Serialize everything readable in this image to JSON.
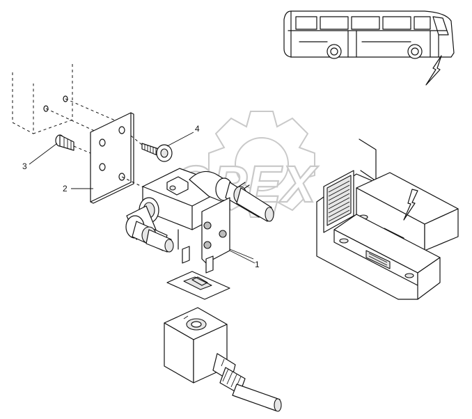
{
  "watermark": {
    "text": "OPEX"
  },
  "callouts": [
    {
      "id": "1",
      "part": "valve-assembly"
    },
    {
      "id": "2",
      "part": "mounting-plate"
    },
    {
      "id": "3",
      "part": "bolt"
    },
    {
      "id": "4",
      "part": "screw-with-washer"
    }
  ]
}
